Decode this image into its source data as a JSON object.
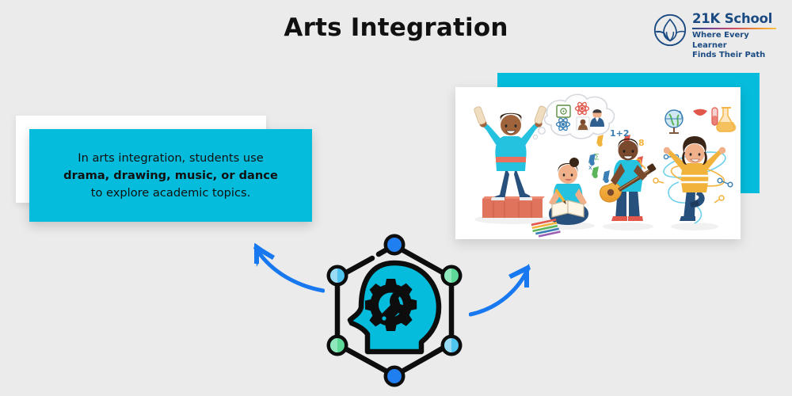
{
  "page": {
    "title": "Arts Integration",
    "background_color": "#ebebeb"
  },
  "logo": {
    "mark_icon": "lotus-circle-icon",
    "name": "21K School",
    "tagline_line1": "Where Every Learner",
    "tagline_line2": "Finds Their Path",
    "name_color": "#1b4b82",
    "rule_gradient": [
      "#1b4b82",
      "#6f4396",
      "#cf4a63",
      "#ef8c2e",
      "#f5c243"
    ]
  },
  "text_card": {
    "line1": "In arts integration, students use",
    "line2_bold": "drama, drawing, music, or dance",
    "line3": "to explore academic topics.",
    "accent_color": "#05bcdc",
    "back_card_color": "#ffffff"
  },
  "image_card": {
    "accent_color": "#05bcdc",
    "alt": "Illustration of four students doing drama, drawing, music and dance with academic icons",
    "scene_elements": [
      "boy-on-podium-with-scrolls",
      "thought-bubble-with-atoms-and-avatars",
      "girl-drawing-with-colored-pencils",
      "boy-playing-guitar-with-music-notes",
      "girl-dancing-with-globe-and-flasks"
    ]
  },
  "hexagon_graphic": {
    "center_icon": "head-with-gear-and-wrench-icon",
    "head_fill": "#05bcdc",
    "nodes": [
      {
        "position": "top",
        "color": "#1f7ef0"
      },
      {
        "position": "top-right",
        "color": "#5fd99a"
      },
      {
        "position": "bottom-right",
        "color": "#7ecff2"
      },
      {
        "position": "bottom",
        "color": "#1f7ef0"
      },
      {
        "position": "bottom-left",
        "color": "#5fd99a"
      },
      {
        "position": "top-left",
        "color": "#7ecff2"
      }
    ]
  },
  "arrows": [
    {
      "name": "arrow-to-text-card",
      "direction": "up-left",
      "color": "#1878ef"
    },
    {
      "name": "arrow-to-image-card",
      "direction": "up-right",
      "color": "#1878ef"
    }
  ]
}
